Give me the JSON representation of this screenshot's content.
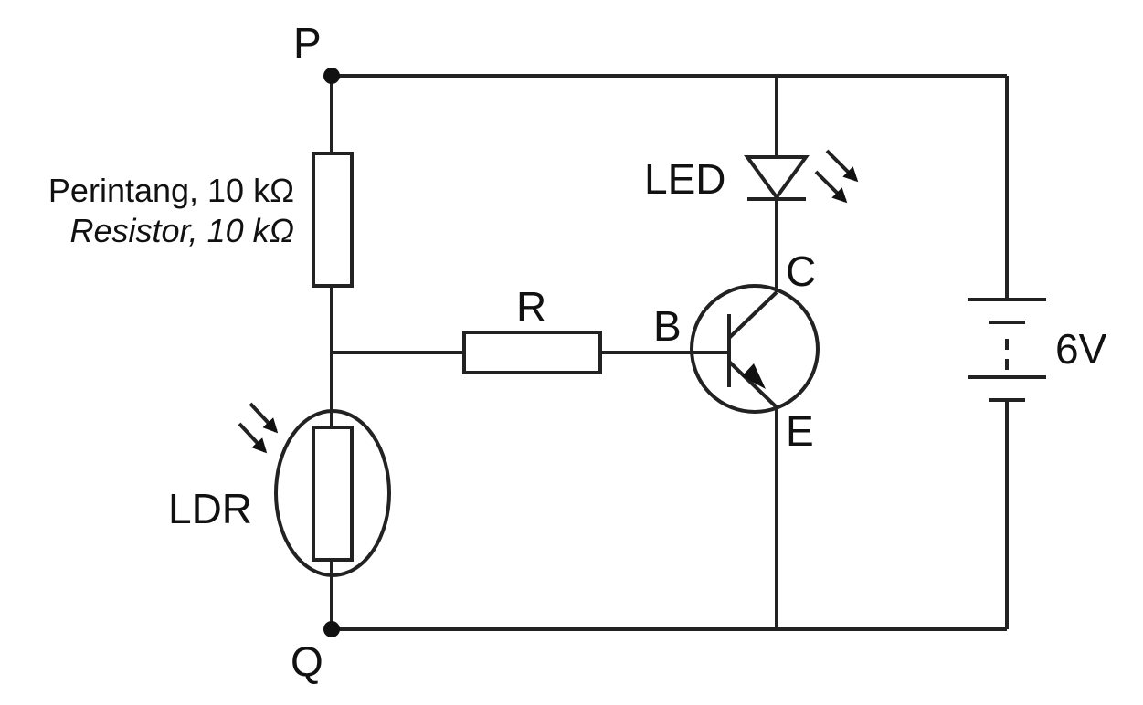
{
  "labels": {
    "node_p": "P",
    "node_q": "Q",
    "resistor_fixed_malay": "Perintang, 10 kΩ",
    "resistor_fixed_english": "Resistor, 10 kΩ",
    "resistor_r": "R",
    "ldr": "LDR",
    "led": "LED",
    "transistor_base": "B",
    "transistor_collector": "C",
    "transistor_emitter": "E",
    "battery_voltage": "6V"
  },
  "components": [
    {
      "name": "resistor-10k",
      "icon": "resistor-icon"
    },
    {
      "name": "resistor-r",
      "icon": "resistor-icon"
    },
    {
      "name": "ldr",
      "icon": "ldr-icon"
    },
    {
      "name": "led",
      "icon": "led-icon"
    },
    {
      "name": "transistor",
      "icon": "npn-transistor-icon"
    },
    {
      "name": "battery",
      "icon": "battery-icon"
    }
  ],
  "colors": {
    "line": "#222222",
    "background": "#ffffff"
  }
}
